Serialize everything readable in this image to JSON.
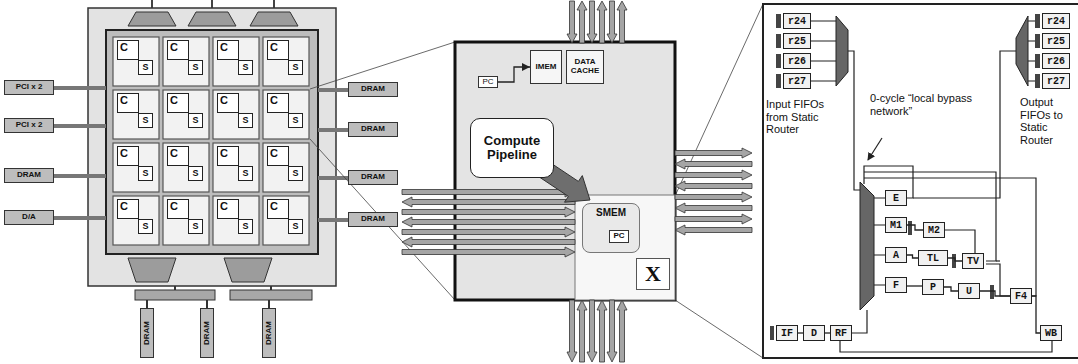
{
  "diagram": {
    "nodes": [
      {
        "text": [
          "PCI x 2"
        ]
      },
      {
        "text": [
          "PCI x 2"
        ]
      },
      {
        "text": [
          "DRAM"
        ]
      },
      {
        "text": [
          "D/A"
        ]
      },
      {
        "text": [
          "C"
        ]
      },
      {
        "text": [
          "S"
        ]
      },
      {
        "text": [
          "C"
        ]
      },
      {
        "text": [
          "S"
        ]
      },
      {
        "text": [
          "C"
        ]
      },
      {
        "text": [
          "S"
        ]
      },
      {
        "text": [
          "C"
        ]
      },
      {
        "text": [
          "S"
        ]
      },
      {
        "text": [
          "C"
        ]
      },
      {
        "text": [
          "S"
        ]
      },
      {
        "text": [
          "C"
        ]
      },
      {
        "text": [
          "S"
        ]
      },
      {
        "text": [
          "C"
        ]
      },
      {
        "text": [
          "S"
        ]
      },
      {
        "text": [
          "C"
        ]
      },
      {
        "text": [
          "S"
        ]
      },
      {
        "text": [
          "C"
        ]
      },
      {
        "text": [
          "S"
        ]
      },
      {
        "text": [
          "C"
        ]
      },
      {
        "text": [
          "S"
        ]
      },
      {
        "text": [
          "C"
        ]
      },
      {
        "text": [
          "S"
        ]
      },
      {
        "text": [
          "C"
        ]
      },
      {
        "text": [
          "S"
        ]
      },
      {
        "text": [
          "C"
        ]
      },
      {
        "text": [
          "S"
        ]
      },
      {
        "text": [
          "C"
        ]
      },
      {
        "text": [
          "S"
        ]
      },
      {
        "text": [
          "C"
        ]
      },
      {
        "text": [
          "S"
        ]
      },
      {
        "text": [
          "C"
        ]
      },
      {
        "text": [
          "S"
        ]
      },
      {
        "text": [
          "DRAM"
        ]
      },
      {
        "text": [
          "DRAM"
        ]
      },
      {
        "text": [
          "DRAM"
        ]
      },
      {
        "text": [
          "DRAM"
        ]
      },
      {
        "text": [
          "DRAM"
        ]
      },
      {
        "text": [
          "DRAM"
        ]
      },
      {
        "text": [
          "DRAM"
        ]
      },
      {
        "text": [
          "PC"
        ]
      },
      {
        "text": [
          "IMEM"
        ]
      },
      {
        "text": [
          "DATA CACHE"
        ]
      },
      {
        "text": [
          "Compute Pipeline"
        ]
      },
      {
        "text": [
          "SMEM"
        ]
      },
      {
        "text": [
          "PC"
        ],
        "in": 47
      },
      {
        "text": [
          "X"
        ]
      },
      {
        "text": [
          "r24"
        ]
      },
      {
        "text": [
          "r25"
        ]
      },
      {
        "text": [
          "r26"
        ]
      },
      {
        "text": [
          "r27"
        ]
      },
      {
        "text": [
          "r24"
        ]
      },
      {
        "text": [
          "r25"
        ]
      },
      {
        "text": [
          "r26"
        ]
      },
      {
        "text": [
          "r27"
        ]
      },
      {
        "text": [
          "E"
        ]
      },
      {
        "text": [
          "M1"
        ]
      },
      {
        "text": [
          "M2"
        ]
      },
      {
        "text": [
          "A"
        ]
      },
      {
        "text": [
          "TL"
        ]
      },
      {
        "text": [
          "TV"
        ]
      },
      {
        "text": [
          "F"
        ]
      },
      {
        "text": [
          "P"
        ]
      },
      {
        "text": [
          "U"
        ]
      },
      {
        "text": [
          "F4"
        ]
      },
      {
        "text": [
          "IF"
        ]
      },
      {
        "text": [
          "D"
        ]
      },
      {
        "text": [
          "RF"
        ]
      },
      {
        "text": [
          "WB"
        ]
      }
    ],
    "edges": [
      {
        "from": 68,
        "to": 69,
        "arrow": "none"
      },
      {
        "from": 69,
        "to": 70,
        "arrow": "none"
      },
      {
        "from": 59,
        "to": 60,
        "arrow": "none"
      },
      {
        "from": 61,
        "to": 62,
        "arrow": "none"
      },
      {
        "from": 62,
        "to": 63,
        "arrow": "none"
      },
      {
        "from": 64,
        "to": 65,
        "arrow": "none"
      },
      {
        "from": 65,
        "to": 66,
        "arrow": "none"
      },
      {
        "from": 66,
        "to": 67,
        "arrow": "none"
      },
      {
        "from": 67,
        "to": 71,
        "arrow": "none"
      },
      {
        "from": 43,
        "to": 44,
        "arrow": "to"
      }
    ],
    "labels": [
      "Input FIFOs from Static Router",
      "0-cycle “local bypass network”",
      "Output FIFOs to Static Router"
    ]
  }
}
